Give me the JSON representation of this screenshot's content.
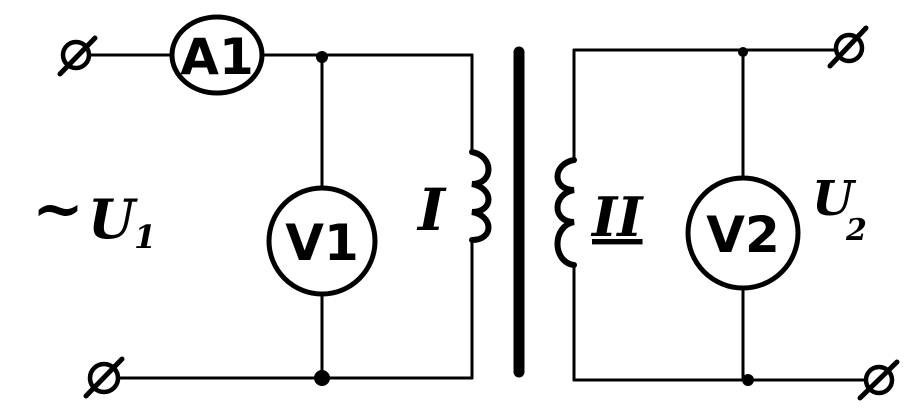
{
  "meters": {
    "a1": "A1",
    "v1": "V1",
    "v2": "V2"
  },
  "labels": {
    "source_tilde": "~",
    "source_u": "U",
    "source_sub": "1",
    "primary_winding": "I",
    "secondary_winding": "II",
    "output_u": "U",
    "output_sub": "2"
  }
}
